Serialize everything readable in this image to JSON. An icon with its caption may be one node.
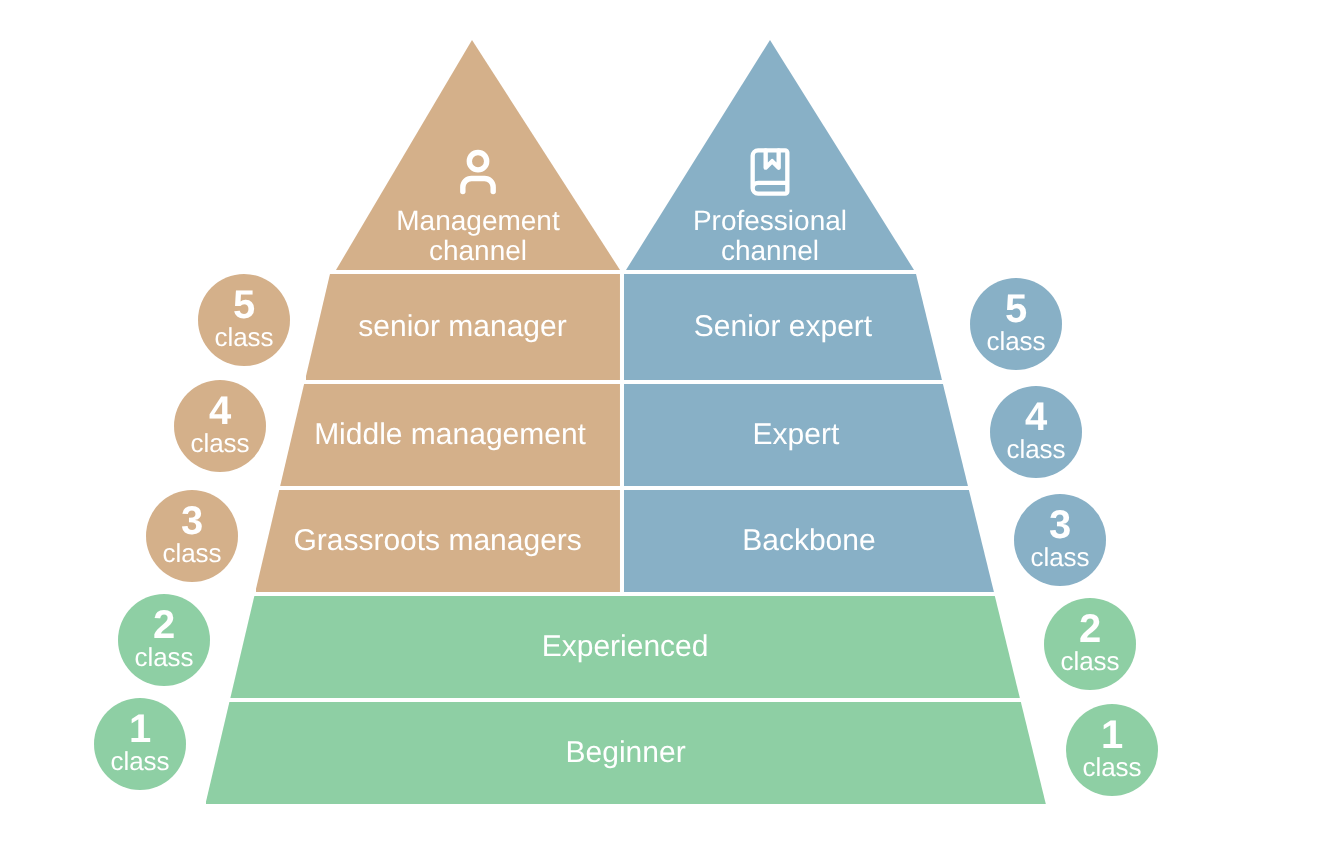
{
  "diagram": {
    "nodes": [
      {
        "text": [
          "Management channel"
        ]
      },
      {
        "text": [
          "Professional channel"
        ]
      },
      {
        "text": [
          "5",
          "class"
        ]
      },
      {
        "text": [
          "senior manager"
        ]
      },
      {
        "text": [
          "Senior expert"
        ]
      },
      {
        "text": [
          "5",
          "class"
        ]
      },
      {
        "text": [
          "4",
          "class"
        ]
      },
      {
        "text": [
          "Middle management"
        ]
      },
      {
        "text": [
          "Expert"
        ]
      },
      {
        "text": [
          "4",
          "class"
        ]
      },
      {
        "text": [
          "3",
          "class"
        ]
      },
      {
        "text": [
          "Grassroots managers"
        ]
      },
      {
        "text": [
          "Backbone"
        ]
      },
      {
        "text": [
          "3",
          "class"
        ]
      },
      {
        "text": [
          "2",
          "class"
        ]
      },
      {
        "text": [
          "Experienced"
        ]
      },
      {
        "text": [
          "2",
          "class"
        ]
      },
      {
        "text": [
          "1",
          "class"
        ]
      },
      {
        "text": [
          "Beginner"
        ]
      },
      {
        "text": [
          "1",
          "class"
        ]
      }
    ]
  }
}
